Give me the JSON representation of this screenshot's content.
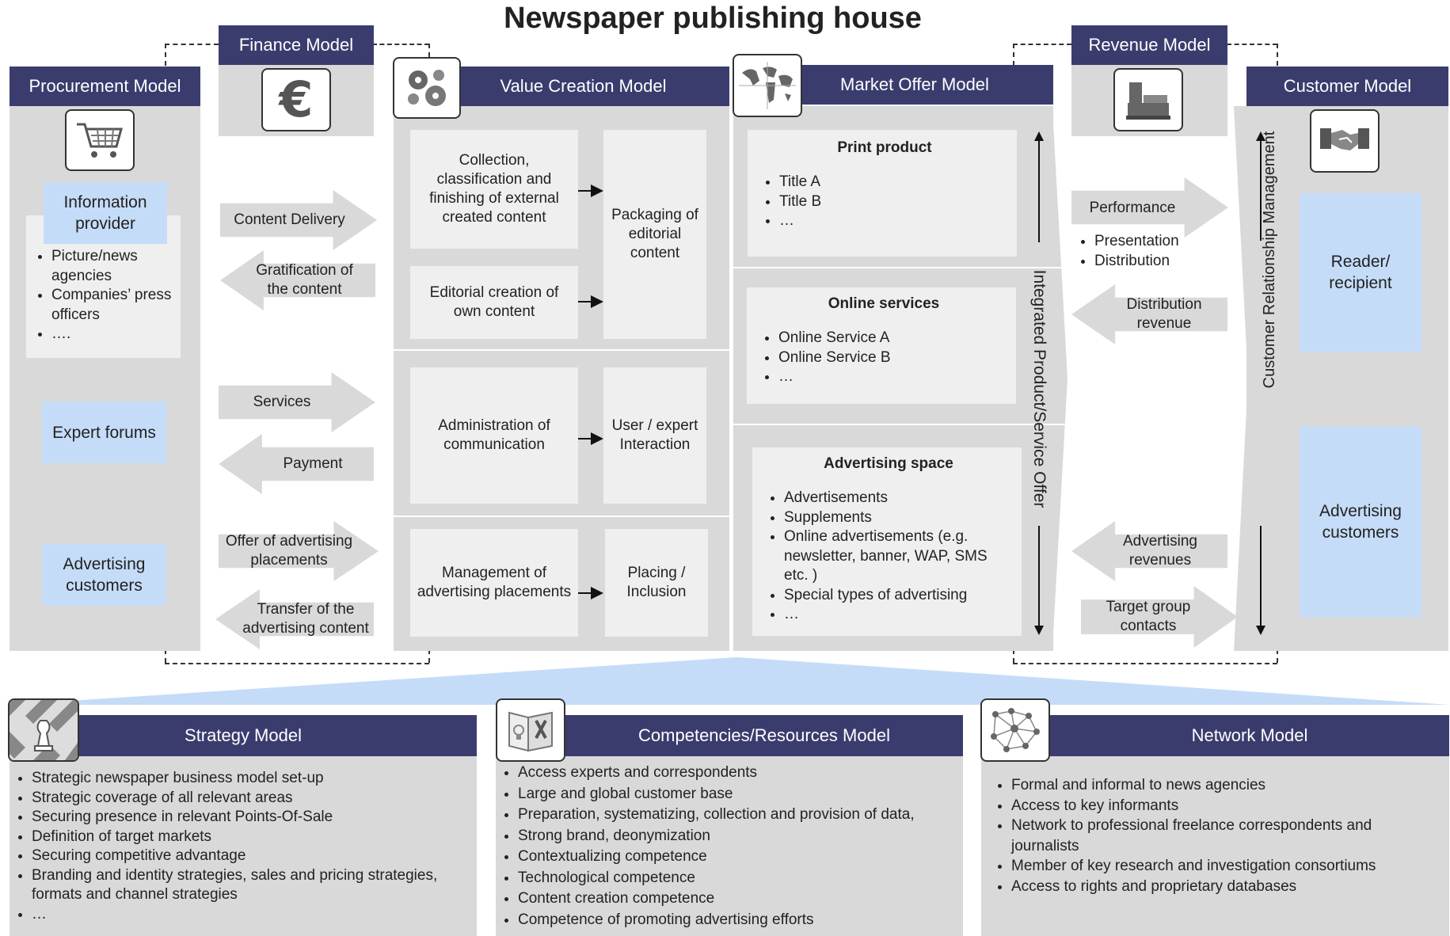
{
  "title": "Newspaper publishing house",
  "models": {
    "procurement": "Procurement Model",
    "finance": "Finance Model",
    "value_creation": "Value Creation Model",
    "market_offer": "Market Offer Model",
    "revenue": "Revenue Model",
    "customer": "Customer Model",
    "strategy": "Strategy Model",
    "competencies": "Competencies/Resources Model",
    "network": "Network Model"
  },
  "procurement": {
    "info_provider": "Information provider",
    "info_items": [
      "Picture/news agencies",
      "Companies’ press officers",
      "…."
    ],
    "expert_forums": "Expert forums",
    "advertising_customers": "Advertising customers"
  },
  "flows_left": {
    "content_delivery": "Content Delivery",
    "gratification": "Gratification of the content",
    "services": "Services",
    "payment": "Payment",
    "offer_ad": "Offer of advertising placements",
    "transfer_ad": "Transfer of the advertising content"
  },
  "value_creation": {
    "collection": "Collection, classification and finishing of external created content",
    "editorial": "Editorial creation of own content",
    "packaging": "Packaging of editorial content",
    "admin": "Administration of communication",
    "user_interaction": "User / expert Interaction",
    "management_ad": "Management of advertising placements",
    "placing": "Placing / Inclusion"
  },
  "market_offer": {
    "print_title": "Print product",
    "print_items": [
      "Title A",
      "Title B",
      "…"
    ],
    "online_title": "Online services",
    "online_items": [
      "Online Service A",
      "Online Service B",
      "…"
    ],
    "ad_title": "Advertising space",
    "ad_items": [
      "Advertisements",
      "Supplements",
      "Online advertisements (e.g. newsletter, banner, WAP, SMS etc. )",
      "Special types of advertising",
      "…"
    ],
    "integrated": "Integrated Product/Service Offer"
  },
  "flows_right": {
    "performance": "Performance",
    "performance_items": [
      "Presentation",
      "Distribution"
    ],
    "distribution_revenue": "Distribution revenue",
    "advertising_revenues": "Advertising revenues",
    "target_group": "Target group contacts"
  },
  "customer": {
    "crm": "Customer Relationship Management",
    "reader": "Reader/ recipient",
    "advertising_customers": "Advertising customers"
  },
  "strategy_items": [
    "Strategic newspaper business model set-up",
    "Strategic coverage of all relevant areas",
    "Securing presence in relevant Points-Of-Sale",
    "Definition of target markets",
    "Securing competitive advantage",
    "Branding and identity strategies, sales and pricing strategies, formats and channel strategies",
    "…"
  ],
  "competencies_items": [
    "Access experts and correspondents",
    "Large and global customer base",
    "Preparation, systematizing, collection and provision of data,",
    "Strong brand, deonymization",
    "Contextualizing competence",
    "Technological competence",
    "Content creation competence",
    "Competence of promoting advertising efforts"
  ],
  "network_items": [
    "Formal and informal to news agencies",
    "Access to key informants",
    "Network to professional freelance correspondents and journalists",
    "Member of key research and investigation consortiums",
    "Access to rights and proprietary databases"
  ],
  "icons": {
    "finance": "euro-icon",
    "procurement": "shopping-cart-icon",
    "value_creation": "gears-icon",
    "market_offer": "world-map-icon",
    "revenue": "cash-register-icon",
    "customer": "handshake-icon",
    "strategy": "chess-icon",
    "competencies": "lightbulb-tools-icon",
    "network": "network-icon"
  },
  "colors": {
    "header": "#3b3c6e",
    "panel": "#d9d9d9",
    "box": "#efefef",
    "highlight": "#c5dcf8"
  }
}
